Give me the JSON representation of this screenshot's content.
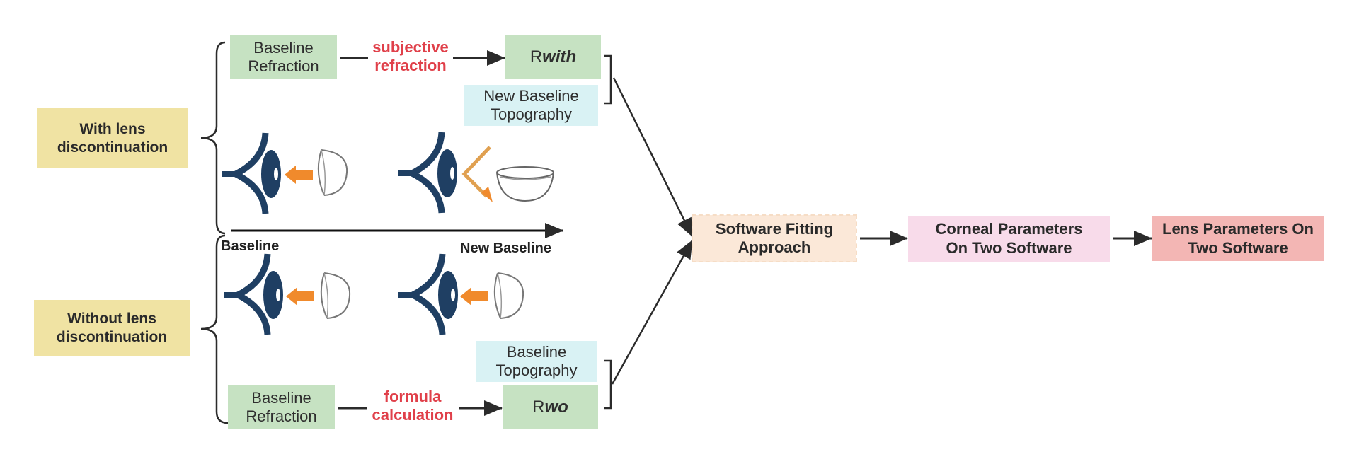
{
  "groups": {
    "with_lens": {
      "label": "With lens discontinuation"
    },
    "without_lens": {
      "label": "Without lens discontinuation"
    }
  },
  "with_flow": {
    "start_box": "Baseline Refraction",
    "process_label": "subjective refraction",
    "result_prefix": "R",
    "result_sub": "with",
    "topography_box": "New Baseline Topography"
  },
  "without_flow": {
    "start_box": "Baseline Refraction",
    "process_label": "formula calculation",
    "result_prefix": "R",
    "result_sub": "wo",
    "topography_box": "Baseline Topography"
  },
  "timeline": {
    "start_label": "Baseline",
    "end_label": "New Baseline"
  },
  "pipeline": [
    {
      "label": "Software Fitting Approach"
    },
    {
      "label": "Corneal Parameters On Two Software"
    },
    {
      "label": "Lens Parameters On Two Software"
    }
  ],
  "icons": {
    "with_baseline": [
      "eye-icon",
      "insert-arrow-icon",
      "contact-lens-icon"
    ],
    "with_new_baseline": [
      "eye-icon",
      "remove-arrow-icon",
      "contact-lens-bowl-icon"
    ],
    "without_baseline": [
      "eye-icon",
      "insert-arrow-icon",
      "contact-lens-icon"
    ],
    "without_new_baseline": [
      "eye-icon",
      "insert-arrow-icon",
      "contact-lens-icon"
    ]
  },
  "colors": {
    "green": "#c6e2c2",
    "cyan": "#d9f2f4",
    "yellow": "#f0e3a3",
    "peach": "#fbe8d8",
    "pink": "#f8dbea",
    "salmon": "#f3b6b4",
    "red_text": "#e0404a",
    "eye_navy": "#1f3f63",
    "arrow_orange": "#f08a2c"
  }
}
